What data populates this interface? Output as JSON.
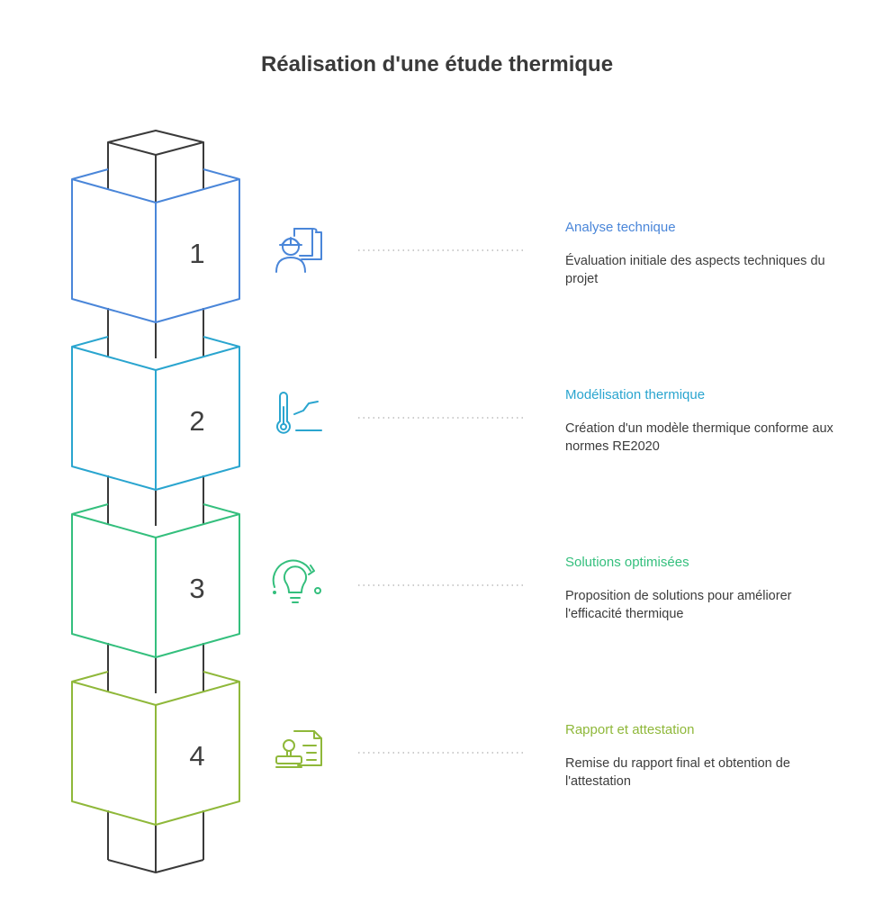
{
  "title": "Réalisation d'une étude thermique",
  "steps": [
    {
      "number": "1",
      "title": "Analyse technique",
      "description": "Évaluation initiale des aspects techniques du projet",
      "color": "#4a86d9",
      "icon": "engineer-blueprint-icon"
    },
    {
      "number": "2",
      "title": "Modélisation thermique",
      "description": "Création d'un modèle thermique conforme aux normes RE2020",
      "color": "#2aa5cf",
      "icon": "thermometer-graph-icon"
    },
    {
      "number": "3",
      "title": "Solutions optimisées",
      "description": "Proposition de solutions pour améliorer l'efficacité thermique",
      "color": "#34bf7d",
      "icon": "lightbulb-idea-icon"
    },
    {
      "number": "4",
      "title": "Rapport et attestation",
      "description": "Remise du rapport final et obtention de l'attestation",
      "color": "#8fb83a",
      "icon": "stamp-document-icon"
    }
  ],
  "pillar_color": "#3a3a3a"
}
